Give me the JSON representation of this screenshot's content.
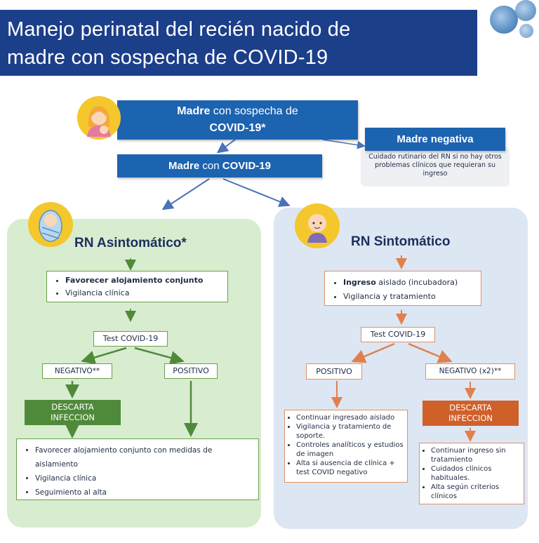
{
  "header": {
    "title_line1": "Manejo perinatal del recién nacido de",
    "title_line2": "madre con sospecha de COVID-19"
  },
  "top": {
    "sospecha_bold": "Madre",
    "sospecha_text": " con sospecha de",
    "sospecha_bold2": "COVID-19*",
    "covid_bold1": "Madre",
    "covid_text": " con ",
    "covid_bold2": "COVID-19",
    "negativa_label": "Madre negativa",
    "negativa_note": "Cuidado rutinario del RN si no hay otros problemas clínicos que requieran su ingreso"
  },
  "asintomatico": {
    "title": "RN Asintomático*",
    "care_items": [
      "Favorecer alojamiento conjunto",
      "Vigilancia clínica"
    ],
    "test_label": "Test COVID-19",
    "negativo_label": "NEGATIVO**",
    "positivo_label": "POSITIVO",
    "descarta_line1": "DESCARTA",
    "descarta_line2": "INFECCION",
    "final_items": [
      "Favorecer alojamiento conjunto con medidas de aislamiento",
      "Vigilancia clínica",
      "Seguimiento al alta"
    ]
  },
  "sintomatico": {
    "title": "RN Sintomático",
    "care_bold": "Ingreso",
    "care_rest": " aislado (incubadora)",
    "care_item2": "Vigilancia y tratamiento",
    "test_label": "Test COVID-19",
    "positivo_label": "POSITIVO",
    "negativo_label": "NEGATIVO (x2)**",
    "descarta_line1": "DESCARTA",
    "descarta_line2": "INFECCION",
    "positivo_items": [
      "Continuar ingresado aislado",
      "Vigilancia y tratamiento de soporte.",
      "Controles analíticos y estudios de imagen",
      "Alta si ausencia de clínica + test COVID negativo"
    ],
    "negativo_items": [
      "Continuar ingreso sin tratamiento",
      "Cuidados clínicos habituales.",
      "Alta según criterios clínicos"
    ]
  },
  "colors": {
    "header_blue": "#1c3f8a",
    "box_blue": "#1c63b0",
    "green_panel": "#d8ecd0",
    "blue_panel": "#dde6f3",
    "green_accent": "#4f8a3a",
    "orange_accent": "#d0602a",
    "avatar_yellow": "#f4c72d"
  },
  "icons": [
    "mother-avatar-icon",
    "baby-wrapped-icon",
    "baby-face-icon",
    "virus-icon"
  ]
}
